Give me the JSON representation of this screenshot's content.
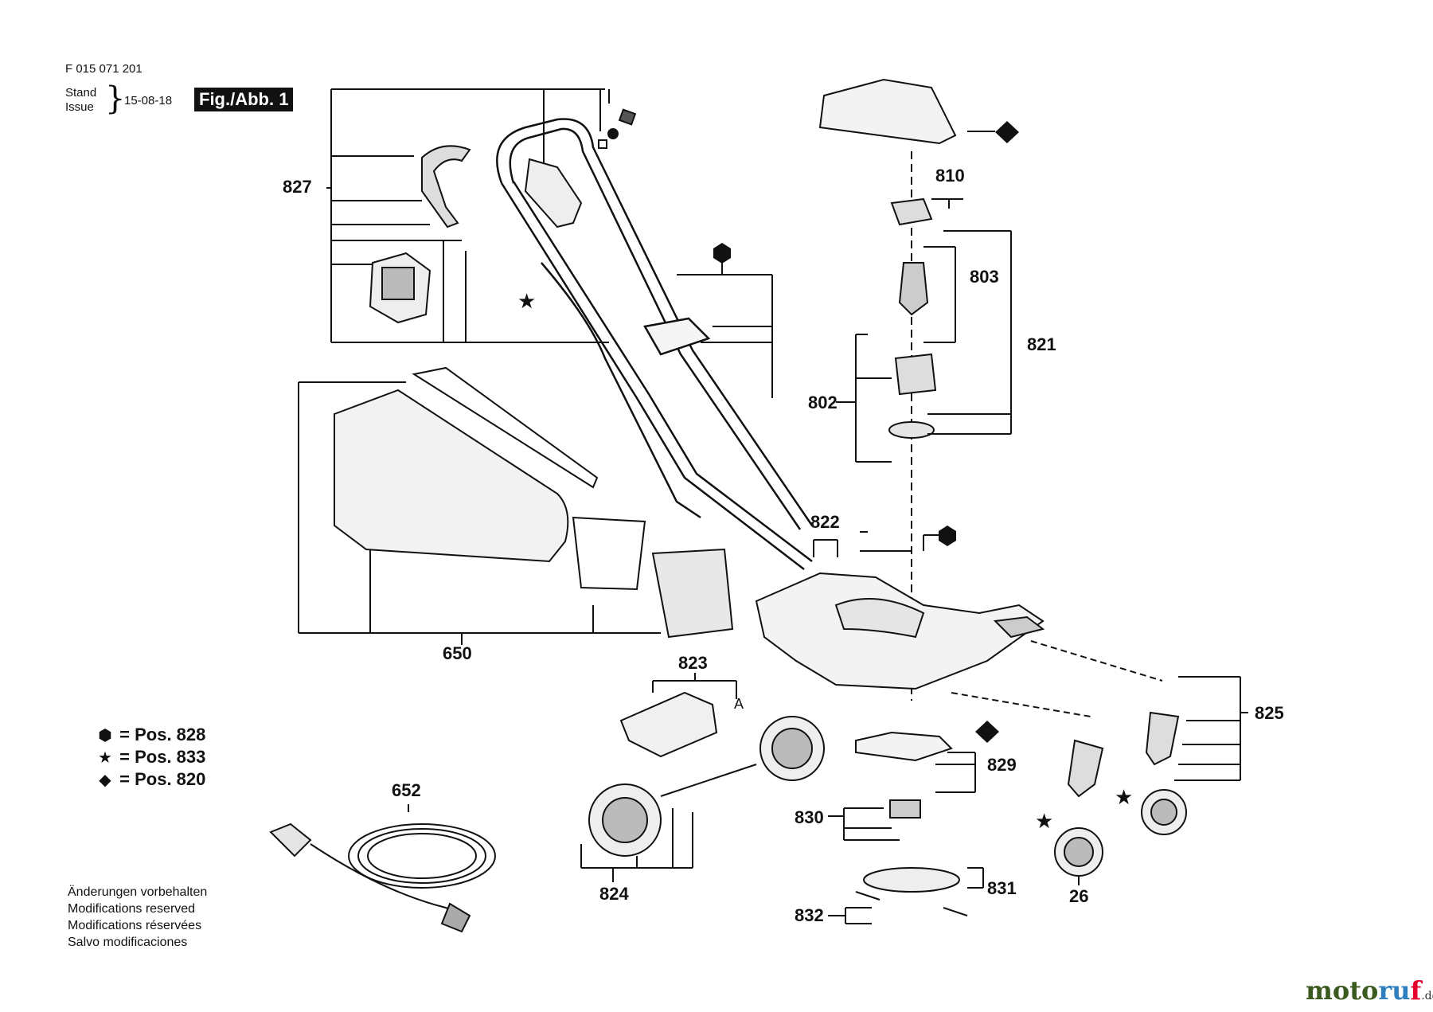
{
  "header": {
    "doc_number": "F 015 071 201",
    "stand_line1": "Stand",
    "stand_line2": "Issue",
    "date": "15-08-18",
    "figure_label": "Fig./Abb. 1"
  },
  "parts": {
    "p827": "827",
    "p650": "650",
    "p652": "652",
    "p810": "810",
    "p803": "803",
    "p821": "821",
    "p802": "802",
    "p822": "822",
    "p823": "823",
    "p825": "825",
    "p829": "829",
    "p830": "830",
    "p831": "831",
    "p832": "832",
    "p824": "824",
    "p26": "26",
    "small_a": "A"
  },
  "legend": [
    {
      "symbol": "⬢",
      "symbol_name": "hexagon-icon",
      "eq": "=",
      "text": "Pos.  828"
    },
    {
      "symbol": "★",
      "symbol_name": "star-icon",
      "eq": "=",
      "text": "Pos.  833"
    },
    {
      "symbol": "◆",
      "symbol_name": "diamond-icon",
      "eq": "=",
      "text": "Pos.  820"
    }
  ],
  "modifications": [
    "Änderungen vorbehalten",
    "Modifications reserved",
    "Modifications réservées",
    "Salvo modificaciones"
  ],
  "brand": {
    "part1": "moto",
    "part2": "ru",
    "part3": "f",
    "tld": ".de"
  }
}
